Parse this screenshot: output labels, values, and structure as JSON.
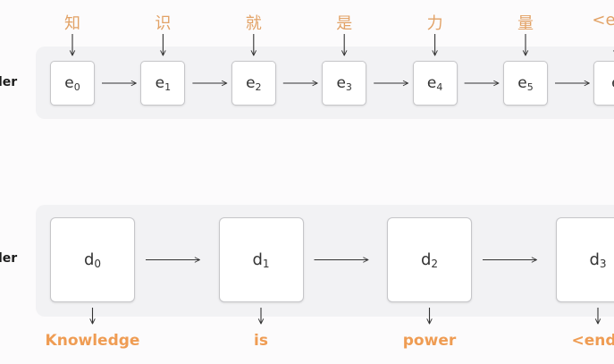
{
  "encoder": {
    "label": "ler",
    "input_tokens": [
      "知",
      "识",
      "就",
      "是",
      "力",
      "量",
      "<e"
    ],
    "states": [
      {
        "base": "e",
        "sub": "0"
      },
      {
        "base": "e",
        "sub": "1"
      },
      {
        "base": "e",
        "sub": "2"
      },
      {
        "base": "e",
        "sub": "3"
      },
      {
        "base": "e",
        "sub": "4"
      },
      {
        "base": "e",
        "sub": "5"
      },
      {
        "base": "e",
        "sub": ""
      }
    ]
  },
  "decoder": {
    "label": "ler",
    "states": [
      {
        "base": "d",
        "sub": "0"
      },
      {
        "base": "d",
        "sub": "1"
      },
      {
        "base": "d",
        "sub": "2"
      },
      {
        "base": "d",
        "sub": "3"
      }
    ],
    "output_tokens": [
      "Knowledge",
      "is",
      "power",
      "<end>"
    ]
  },
  "colors": {
    "token_accent": "#e2a266",
    "output_accent": "#ef9c53",
    "panel_bg": "#f2f2f4",
    "box_border": "#c6c6c9"
  }
}
